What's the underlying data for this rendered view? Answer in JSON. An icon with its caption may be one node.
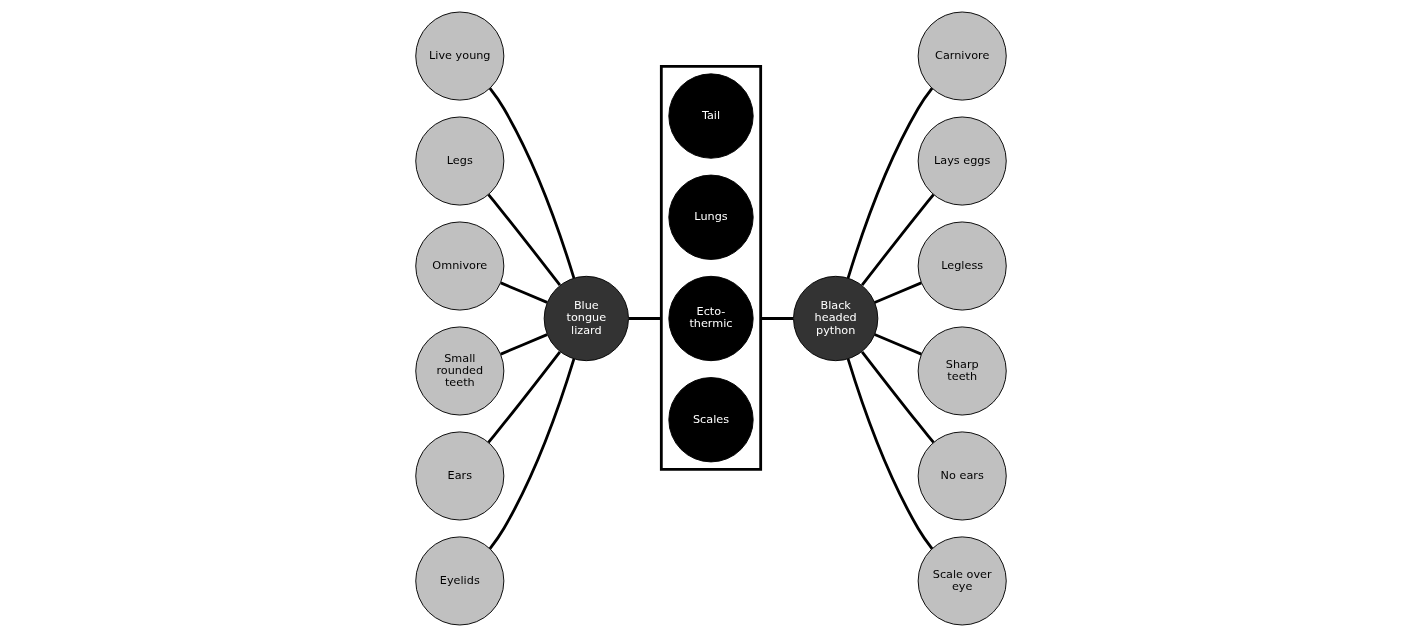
{
  "diagram": {
    "nodes": [
      {
        "text": [],
        "shape": "box"
      },
      {
        "text": [
          "Scales"
        ],
        "in": 0
      },
      {
        "text": [
          "Ecto- thermic"
        ],
        "in": 0
      },
      {
        "text": [
          "Lungs"
        ],
        "in": 0
      },
      {
        "text": [
          "Tail"
        ],
        "in": 0
      },
      {
        "text": [
          "Blue tongue lizard"
        ]
      },
      {
        "text": [
          "Live young"
        ]
      },
      {
        "text": [
          "Legs"
        ]
      },
      {
        "text": [
          "Omnivore"
        ]
      },
      {
        "text": [
          "Small rounded teeth"
        ]
      },
      {
        "text": [
          "Ears"
        ]
      },
      {
        "text": [
          "Eyelids"
        ]
      },
      {
        "text": [
          "Black headed python"
        ]
      },
      {
        "text": [
          "Carnivore"
        ]
      },
      {
        "text": [
          "Lays eggs"
        ]
      },
      {
        "text": [
          "Legless"
        ]
      },
      {
        "text": [
          "Sharp teeth"
        ]
      },
      {
        "text": [
          "No ears"
        ]
      },
      {
        "text": [
          "Scale over eye"
        ]
      }
    ],
    "edges": [
      {
        "from": 5,
        "to": 0,
        "arrow": "none"
      },
      {
        "from": 0,
        "to": 12,
        "arrow": "none"
      },
      {
        "from": 6,
        "to": 5,
        "arrow": "none"
      },
      {
        "from": 7,
        "to": 5,
        "arrow": "none"
      },
      {
        "from": 8,
        "to": 5,
        "arrow": "none"
      },
      {
        "from": 9,
        "to": 5,
        "arrow": "none"
      },
      {
        "from": 10,
        "to": 5,
        "arrow": "none"
      },
      {
        "from": 11,
        "to": 5,
        "arrow": "none"
      },
      {
        "from": 12,
        "to": 13,
        "arrow": "none"
      },
      {
        "from": 12,
        "to": 14,
        "arrow": "none"
      },
      {
        "from": 12,
        "to": 15,
        "arrow": "none"
      },
      {
        "from": 12,
        "to": 16,
        "arrow": "none"
      },
      {
        "from": 12,
        "to": 17,
        "arrow": "none"
      },
      {
        "from": 12,
        "to": 18,
        "arrow": "none"
      }
    ]
  }
}
